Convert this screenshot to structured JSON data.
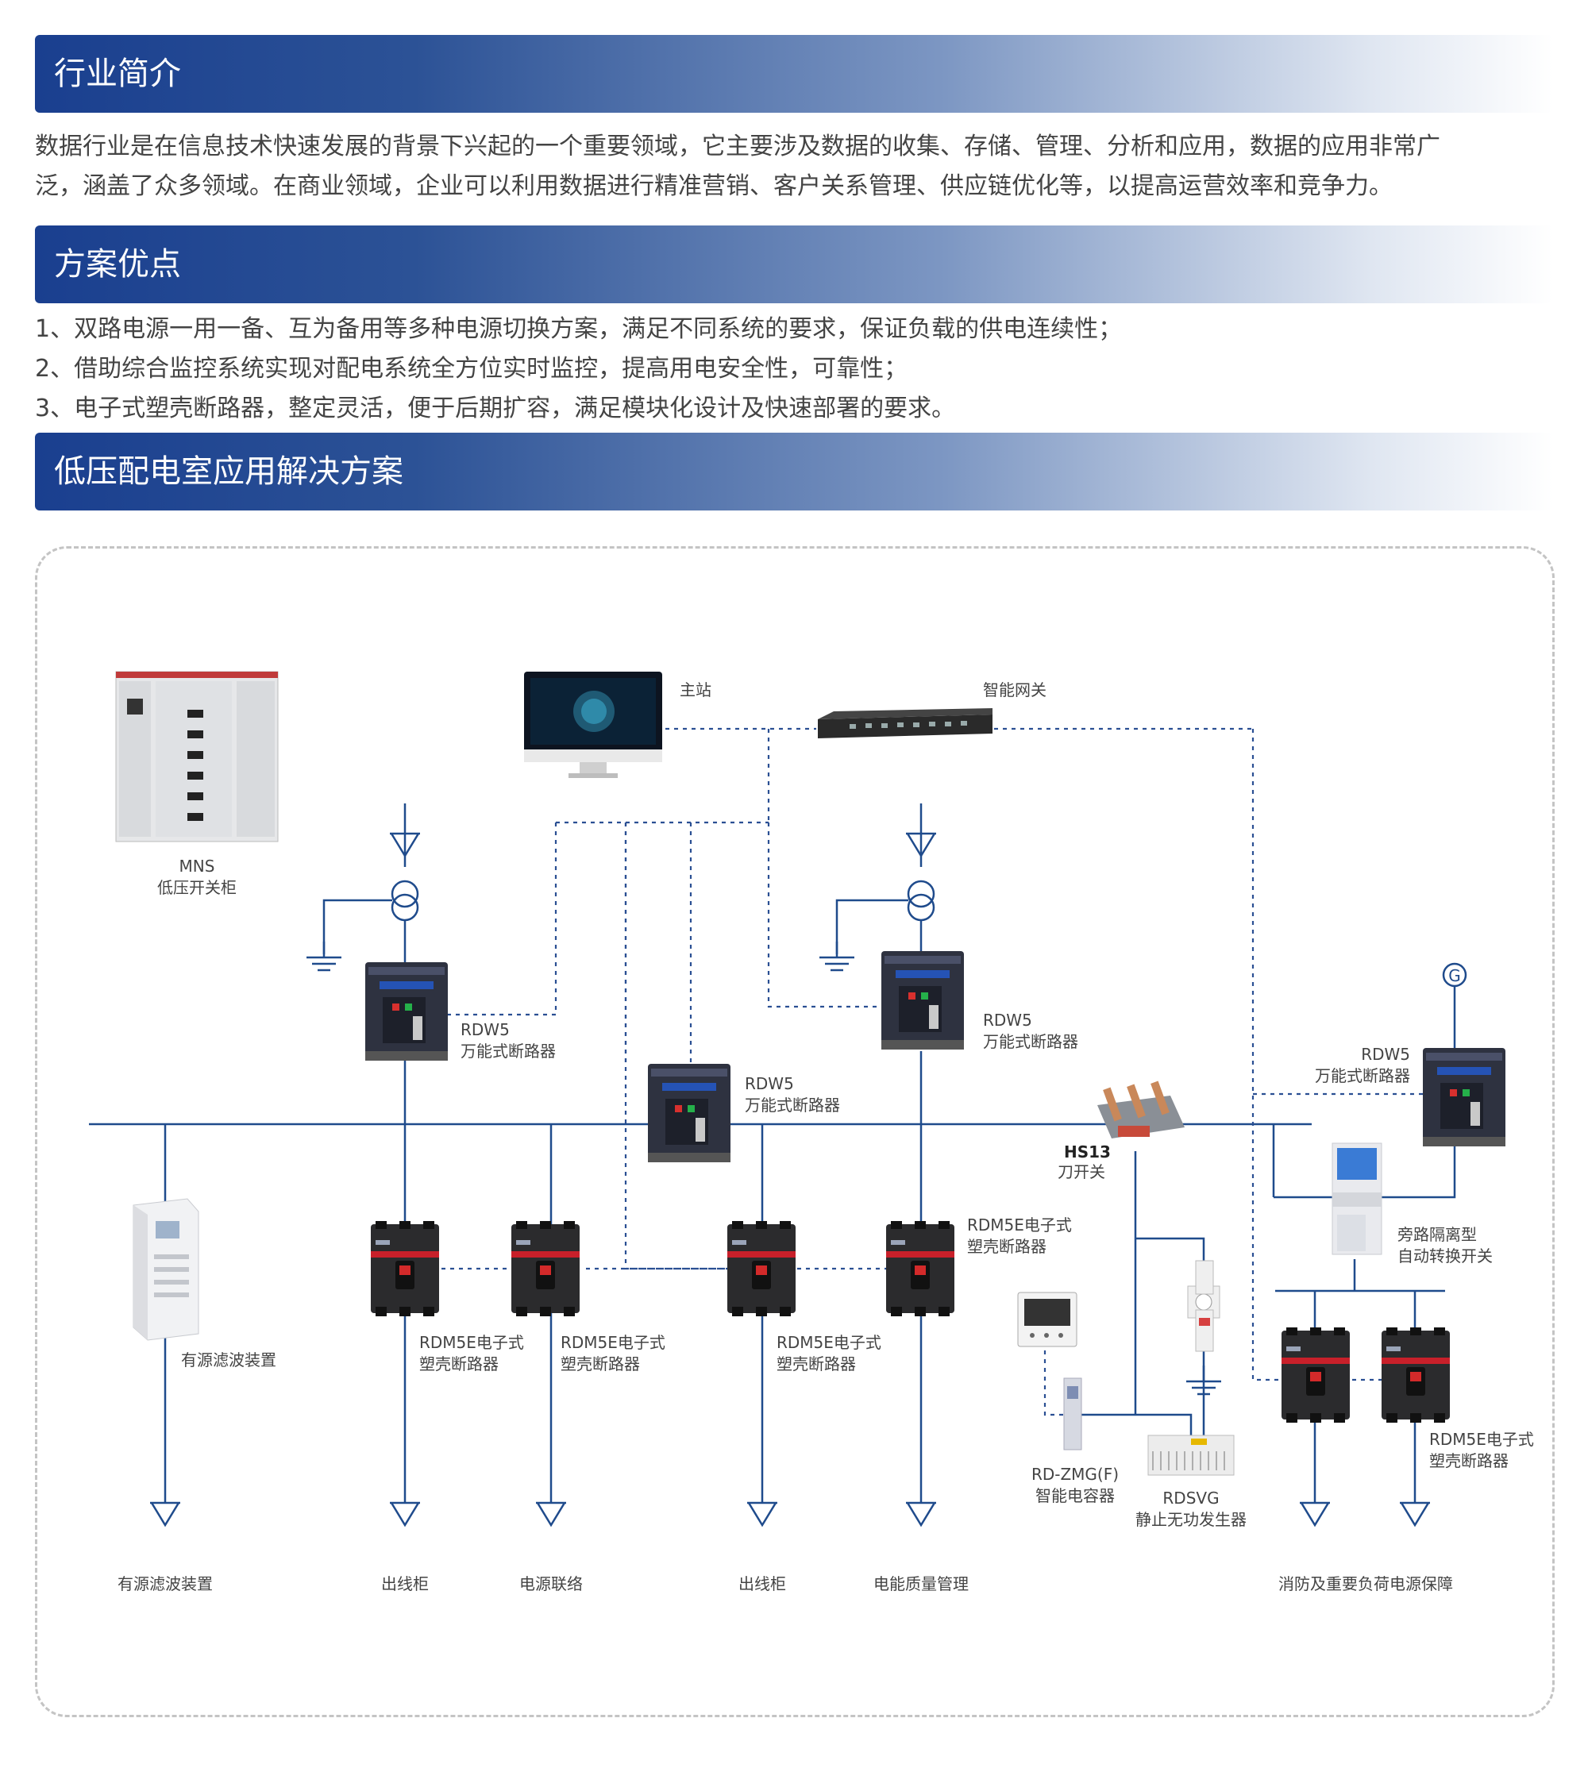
{
  "sections": {
    "intro_title": "行业简介",
    "intro_text_line1": "数据行业是在信息技术快速发展的背景下兴起的一个重要领域，它主要涉及数据的收集、存储、管理、分析和应用，数据的应用非常广",
    "intro_text_line2": "泛，涵盖了众多领域。在商业领域，企业可以利用数据进行精准营销、客户关系管理、供应链优化等，以提高运营效率和竞争力。",
    "advantages_title": "方案优点",
    "advantages": [
      "1、双路电源一用一备、互为备用等多种电源切换方案，满足不同系统的要求，保证负载的供电连续性；",
      "2、借助综合监控系统实现对配电系统全方位实时监控，提高用电安全性，可靠性；",
      "3、电子式塑壳断路器，整定灵活，便于后期扩容，满足模块化设计及快速部署的要求。"
    ],
    "solution_title": "低压配电室应用解决方案"
  },
  "diagram": {
    "mns_model": "MNS",
    "mns_name": "低压开关柜",
    "master_station": "主站",
    "gateway": "智能网关",
    "rdw5_model": "RDW5",
    "rdw5_name": "万能式断路器",
    "rdm5e_line1": "RDM5E电子式",
    "rdm5e_line2": "塑壳断路器",
    "hs13_model": "HS13",
    "hs13_name": "刀开关",
    "bypass_line1": "旁路隔离型",
    "bypass_line2": "自动转换开关",
    "apf_name": "有源滤波装置",
    "zmg_model": "RD-ZMG(F)",
    "zmg_name": "智能电容器",
    "rdsvg_model": "RDSVG",
    "rdsvg_name": "静止无功发生器",
    "generator_symbol": "G",
    "outputs": {
      "apf": "有源滤波装置",
      "outgoing1": "出线柜",
      "tie": "电源联络",
      "outgoing2": "出线柜",
      "power_quality": "电能质量管理",
      "fire": "消防及重要负荷电源保障"
    }
  },
  "colors": {
    "banner_dark": "#1a3f8f",
    "dotted_link": "#2a4f93",
    "wire": "#1f4b8c"
  }
}
